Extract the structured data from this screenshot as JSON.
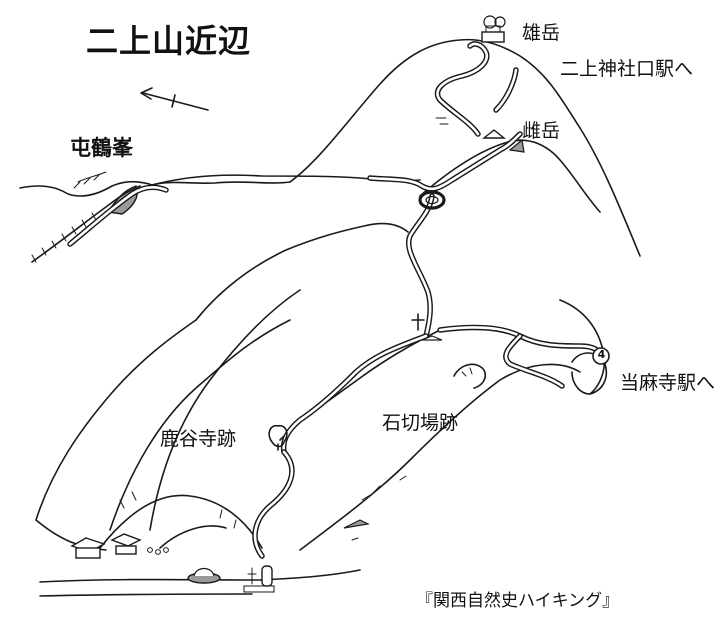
{
  "map": {
    "title": "二上山近辺",
    "credit": "『関西自然史ハイキング』",
    "route_marker": "4"
  },
  "places": {
    "odake": "雄岳",
    "medake": "雌岳",
    "futakami_station": "二上神社口駅へ",
    "donzurubo": "屯鶴峯",
    "taima_station": "当麻寺駅へ",
    "rokuyaji": "鹿谷寺跡",
    "ishikiriba": "石切場跡"
  },
  "colors": {
    "ink": "#1a1a1a",
    "paper": "#ffffff",
    "shade": "#9a9a9a"
  }
}
